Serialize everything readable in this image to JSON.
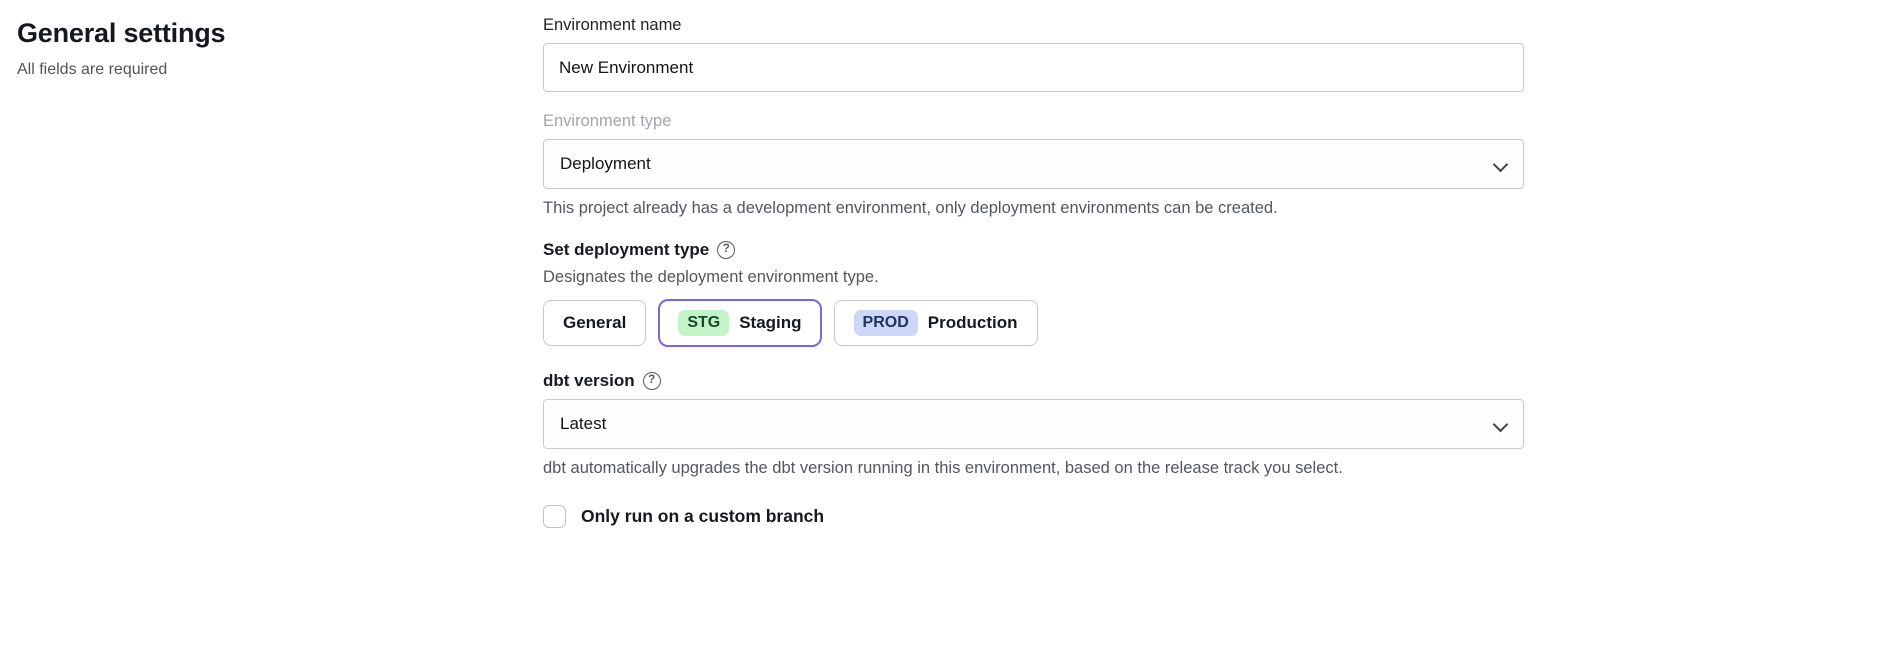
{
  "page": {
    "title": "General settings",
    "subtitle": "All fields are required"
  },
  "icons": {
    "help_glyph": "?"
  },
  "colors": {
    "accent_purple": "#7c66dd",
    "badge_stg_bg": "#c2f4c8",
    "badge_prod_bg": "#ccd7f7"
  },
  "form": {
    "environment_name": {
      "label": "Environment name",
      "value": "New Environment"
    },
    "environment_type": {
      "label": "Environment type",
      "value": "Deployment",
      "help_text": "This project already has a development environment, only deployment environments can be created."
    },
    "deployment_type": {
      "label": "Set deployment type",
      "help_text": "Designates the deployment environment type.",
      "options": [
        {
          "label": "General",
          "badge": "",
          "selected": false
        },
        {
          "label": "Staging",
          "badge": "STG",
          "selected": true
        },
        {
          "label": "Production",
          "badge": "PROD",
          "selected": false
        }
      ]
    },
    "dbt_version": {
      "label": "dbt version",
      "value": "Latest",
      "help_text": "dbt automatically upgrades the dbt version running in this environment, based on the release track you select."
    },
    "custom_branch": {
      "label": "Only run on a custom branch",
      "checked": false
    }
  }
}
